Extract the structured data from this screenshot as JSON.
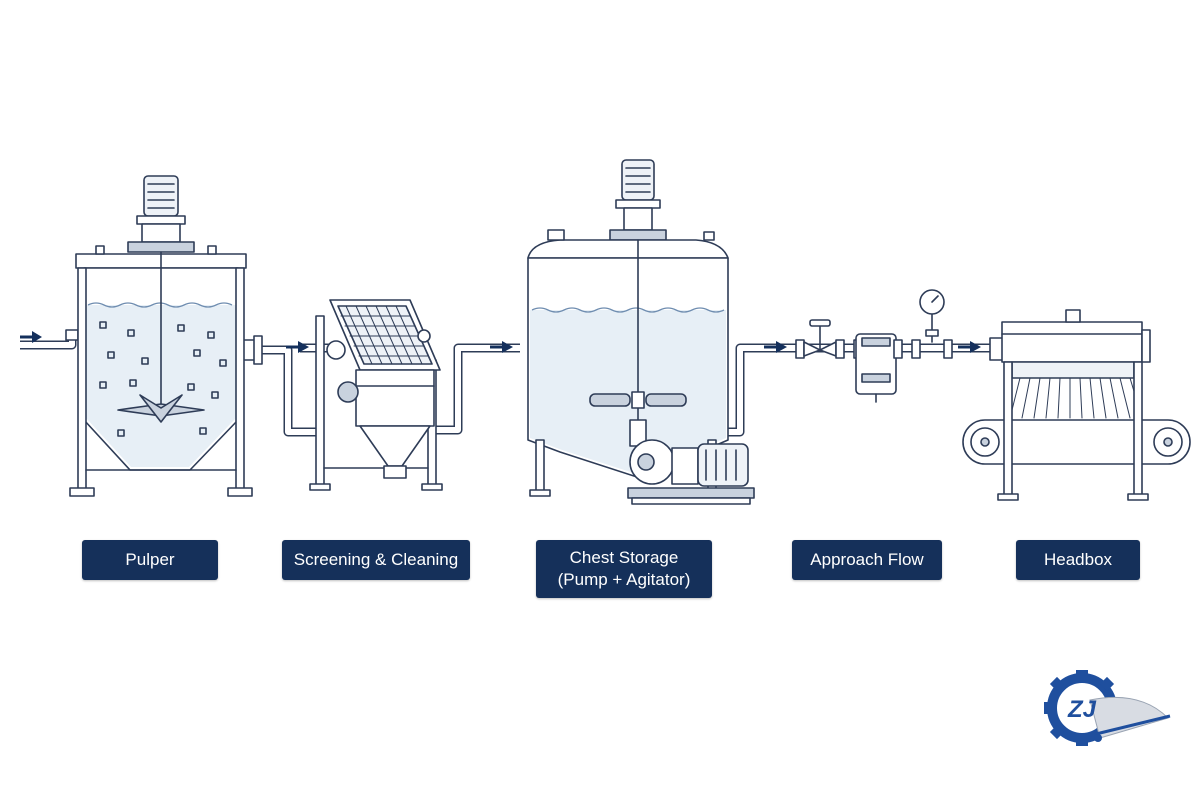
{
  "stages": [
    {
      "id": "pulper",
      "label": "Pulper"
    },
    {
      "id": "screening",
      "label": "Screening & Cleaning"
    },
    {
      "id": "chest",
      "label": "Chest Storage",
      "label_line2": "(Pump + Agitator)"
    },
    {
      "id": "approach",
      "label": "Approach Flow"
    },
    {
      "id": "headbox",
      "label": "Headbox"
    }
  ],
  "logo": {
    "text": "ZJ",
    "icon": "gear-logo-icon"
  },
  "colors": {
    "label_bg": "#15305a",
    "arrow": "#14305c",
    "line": "#2e3c57",
    "logo_blue": "#1f4f9e"
  }
}
